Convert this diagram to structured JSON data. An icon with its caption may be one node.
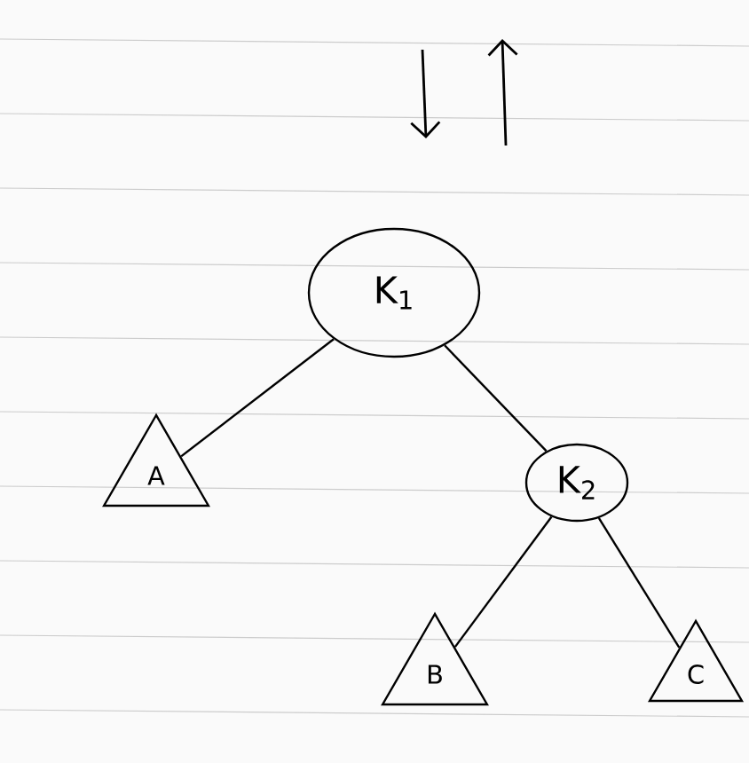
{
  "diagram": {
    "nodes": [
      {
        "text": [
          "K$_{1}$"
        ]
      },
      {
        "text": [
          "A"
        ]
      },
      {
        "text": [
          "K$_{2}$"
        ]
      },
      {
        "text": [
          "B"
        ]
      },
      {
        "text": [
          "C"
        ]
      }
    ],
    "edges": [
      {
        "from": 0,
        "to": 1,
        "arrow": "none"
      },
      {
        "from": 0,
        "to": 2,
        "arrow": "none"
      },
      {
        "from": 2,
        "to": 3,
        "arrow": "none"
      },
      {
        "from": 2,
        "to": 4,
        "arrow": "none"
      }
    ]
  }
}
